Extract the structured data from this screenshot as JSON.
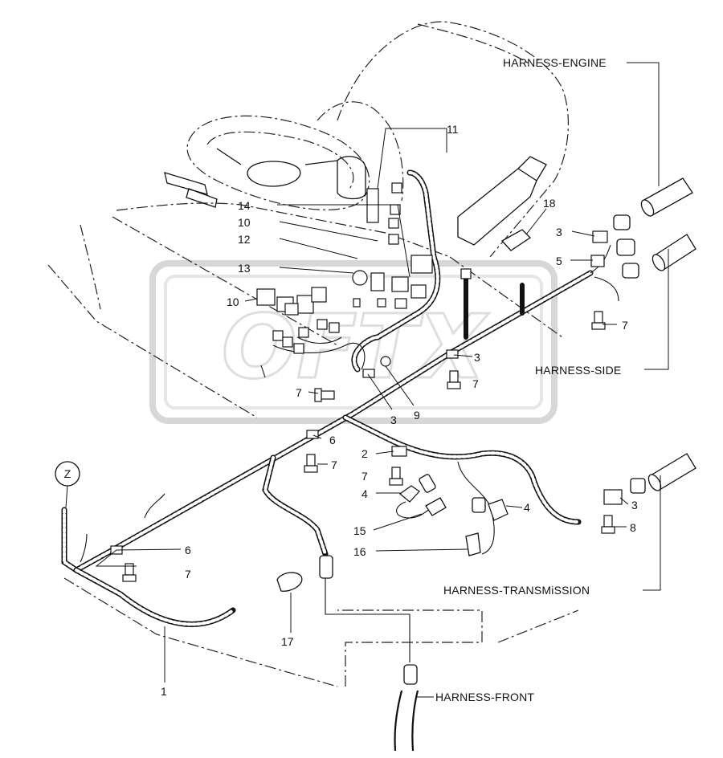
{
  "watermark": "OFTX",
  "zone_marker": "Z",
  "harness_labels": {
    "engine": "HARNESS-ENGINE",
    "side": "HARNESS-SIDE",
    "transmission": "HARNESS-TRANSMiSSION",
    "front": "HARNESS-FRONT"
  },
  "callouts": [
    {
      "id": "1",
      "text": "1"
    },
    {
      "id": "2",
      "text": "2"
    },
    {
      "id": "3a",
      "text": "3"
    },
    {
      "id": "3b",
      "text": "3"
    },
    {
      "id": "3c",
      "text": "3"
    },
    {
      "id": "3d",
      "text": "3"
    },
    {
      "id": "4a",
      "text": "4"
    },
    {
      "id": "4b",
      "text": "4"
    },
    {
      "id": "5",
      "text": "5"
    },
    {
      "id": "6a",
      "text": "6"
    },
    {
      "id": "6b",
      "text": "6"
    },
    {
      "id": "7a",
      "text": "7"
    },
    {
      "id": "7b",
      "text": "7"
    },
    {
      "id": "7c",
      "text": "7"
    },
    {
      "id": "7d",
      "text": "7"
    },
    {
      "id": "7e",
      "text": "7"
    },
    {
      "id": "7f",
      "text": "7"
    },
    {
      "id": "8",
      "text": "8"
    },
    {
      "id": "9",
      "text": "9"
    },
    {
      "id": "10a",
      "text": "10"
    },
    {
      "id": "10b",
      "text": "10"
    },
    {
      "id": "11",
      "text": "11"
    },
    {
      "id": "12",
      "text": "12"
    },
    {
      "id": "13",
      "text": "13"
    },
    {
      "id": "14",
      "text": "14"
    },
    {
      "id": "15",
      "text": "15"
    },
    {
      "id": "16",
      "text": "16"
    },
    {
      "id": "17",
      "text": "17"
    },
    {
      "id": "18",
      "text": "18"
    }
  ]
}
